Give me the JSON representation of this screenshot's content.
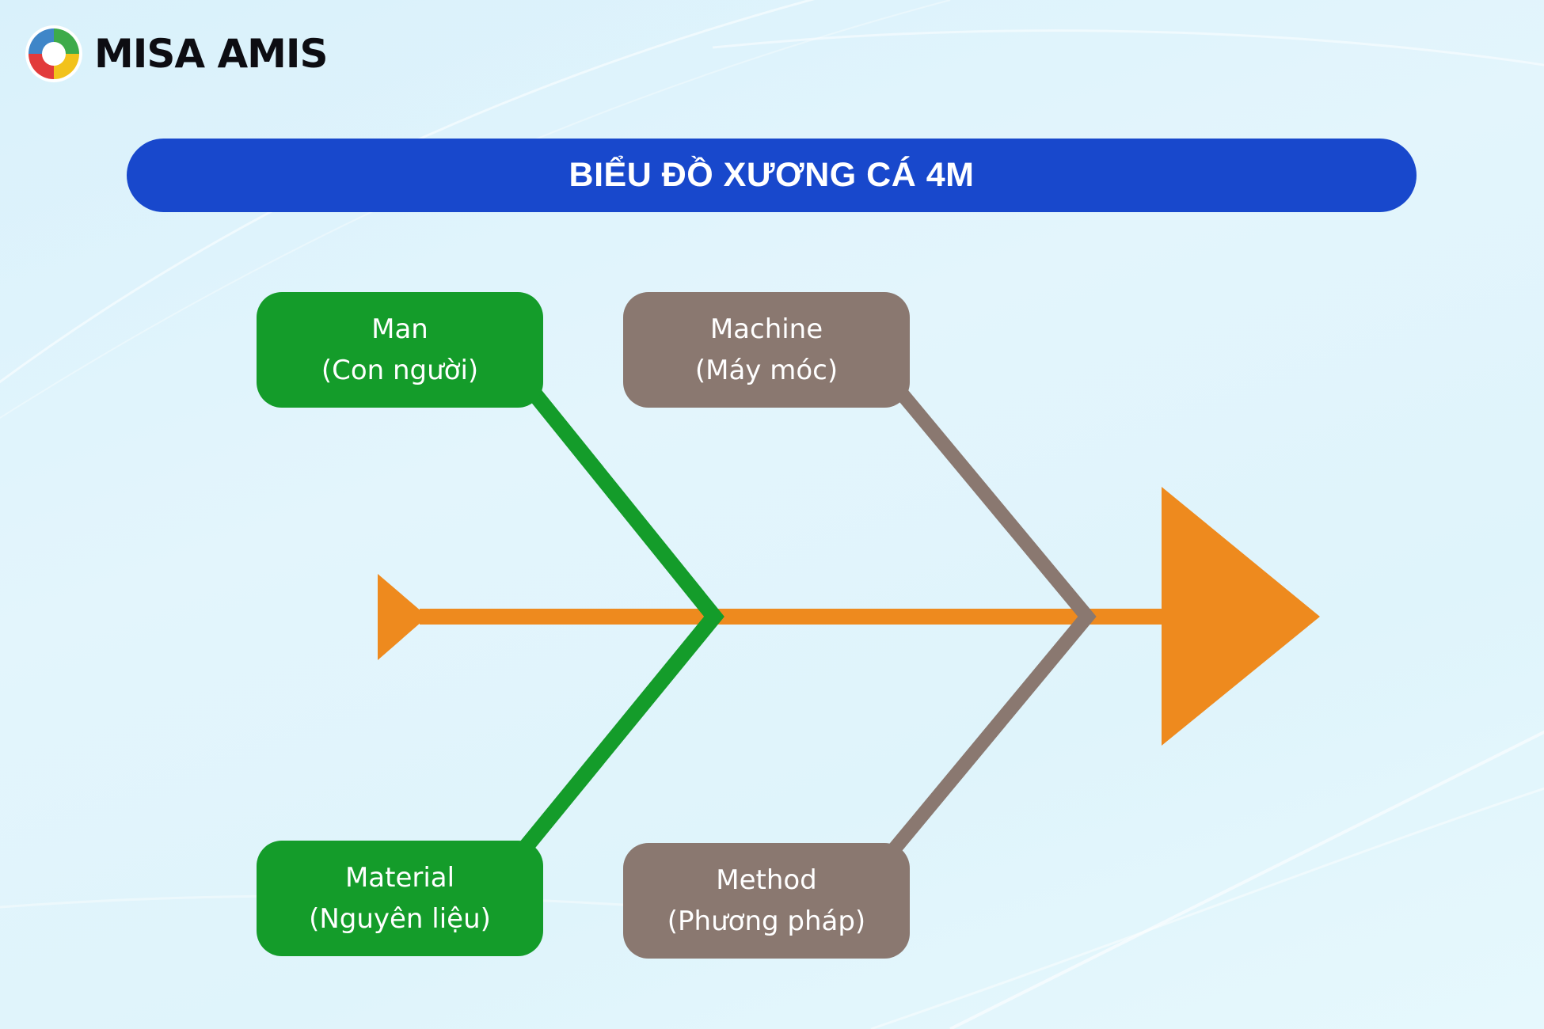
{
  "brand": {
    "logo_icon": "misa-amis-swirl-logo-icon",
    "name": "MISA AMIS"
  },
  "title": "BIỂU ĐỒ XƯƠNG CÁ 4M",
  "colors": {
    "title_bar": "#1848cc",
    "spine": "#ee8a1e",
    "people_material_group": "#149c2a",
    "machine_method_group": "#8a7870",
    "logo_blue": "#3f86c8",
    "logo_green": "#3dab4a",
    "logo_yellow": "#f2c21b",
    "logo_red": "#e23b3b"
  },
  "diagram": {
    "type": "fishbone",
    "spine_direction": "left-to-right",
    "categories": [
      {
        "id": "man",
        "label": "Man",
        "sublabel": "(Con người)",
        "position": "top",
        "bone": 1,
        "color_group": "green"
      },
      {
        "id": "machine",
        "label": "Machine",
        "sublabel": "(Máy móc)",
        "position": "top",
        "bone": 2,
        "color_group": "brown"
      },
      {
        "id": "material",
        "label": "Material",
        "sublabel": "(Nguyên liệu)",
        "position": "bottom",
        "bone": 1,
        "color_group": "green"
      },
      {
        "id": "method",
        "label": "Method",
        "sublabel": "(Phương pháp)",
        "position": "bottom",
        "bone": 2,
        "color_group": "brown"
      }
    ]
  }
}
